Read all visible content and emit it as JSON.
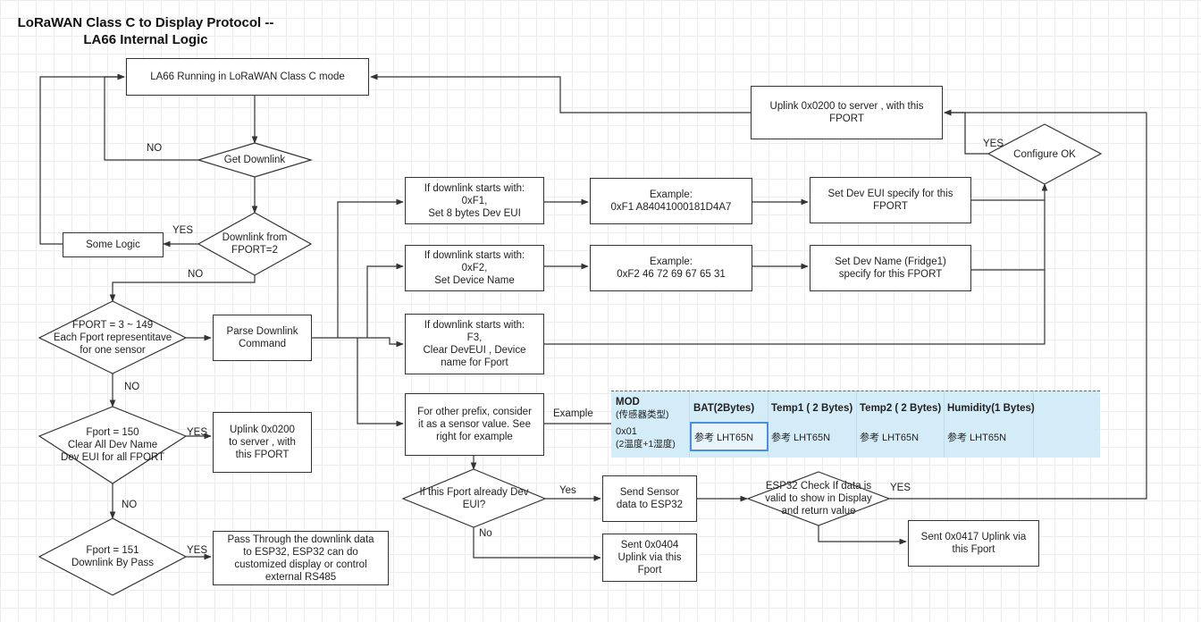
{
  "title": {
    "line1": "LoRaWAN Class C to Display Protocol  --",
    "line2": "LA66 Internal Logic"
  },
  "nodes": {
    "running": "LA66 Running in LoRaWAN Class C mode",
    "get_downlink": "Get Downlink",
    "downlink_fport2": "Downlink from\nFPORT=2",
    "some_logic": "Some Logic",
    "fport_3_149": "FPORT = 3 ~ 149\nEach Fport representitave\nfor one sensor",
    "parse_cmd": "Parse Downlink\nCommand",
    "fport_150": "Fport = 150\nClear All Dev Name\nDev EUI for all FPORT",
    "uplink_0200_left": "Uplink 0x0200\nto server , with\nthis FPORT",
    "fport_151": "Fport = 151\nDownlink By Pass",
    "pass_through": "Pass Through the downlink data\nto ESP32, ESP32 can do\ncustomized display or control\nexternal RS485",
    "if_f1": "If downlink starts with:\n0xF1,\nSet 8 bytes Dev EUI",
    "ex_f1": "Example:\n0xF1 A84041000181D4A7",
    "set_dev_eui": "Set Dev EUI specify for this\nFPORT",
    "if_f2": "If downlink starts with:\n0xF2,\nSet Device Name",
    "ex_f2": "Example:\n0xF2 46 72 69 67 65 31",
    "set_dev_name": "Set Dev Name (Fridge1)\nspecify for this FPORT",
    "if_f3": "If downlink starts with:\nF3,\nClear DevEUI , Device\nname for Fport",
    "other_prefix": "For other prefix, consider\nit as a sensor value. See\nright for example",
    "already_dev_eui": "If this Fport already Dev\nEUI?",
    "send_sensor": "Send Sensor\ndata to ESP32",
    "sent_0404": "Sent 0x0404\nUplink via this\nFport",
    "esp32_check": "ESP32 Check If data is\nvalid to show in Display\nand return value",
    "sent_0417": "Sent 0x0417 Uplink via\nthis Fport",
    "uplink_0200_top": "Uplink 0x0200 to server , with this\nFPORT",
    "configure_ok": "Configure OK"
  },
  "edge_labels": {
    "no_get": "NO",
    "yes_fport2": "YES",
    "no_fport2": "NO",
    "no_3_149": "NO",
    "yes_150": "YES",
    "no_150": "NO",
    "yes_151": "YES",
    "yes_configure": "YES",
    "example": "Example",
    "yes_dev_eui": "Yes",
    "no_dev_eui": "No",
    "yes_esp32": "YES"
  },
  "table": {
    "headers": [
      {
        "main": "MOD",
        "sub": "(传感器类型)"
      },
      {
        "main": "BAT(2Bytes)",
        "sub": ""
      },
      {
        "main": "Temp1 ( 2 Bytes)",
        "sub": ""
      },
      {
        "main": "Temp2 ( 2 Bytes)",
        "sub": ""
      },
      {
        "main": "Humidity(1 Bytes)",
        "sub": ""
      }
    ],
    "row": {
      "mod": "0x01",
      "mod_sub": "(2温度+1湿度)",
      "cells": [
        "参考 LHT65N",
        "参考 LHT65N",
        "参考 LHT65N",
        "参考 LHT65N"
      ]
    }
  }
}
